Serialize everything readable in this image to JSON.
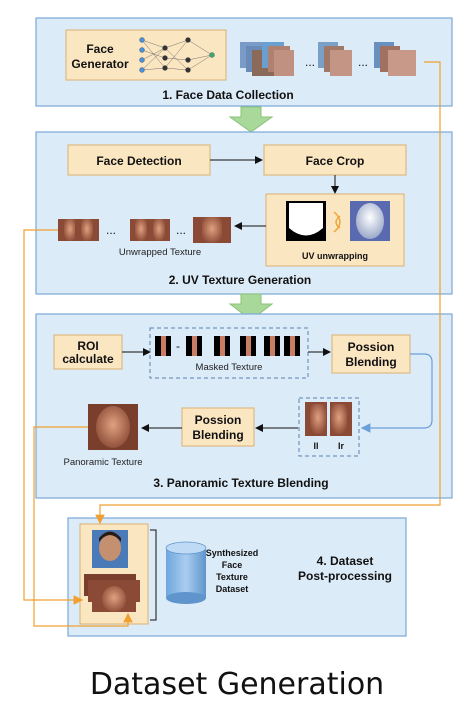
{
  "title": "Dataset Generation",
  "panels": {
    "p1": {
      "label": "1. Face Data Collection"
    },
    "p2": {
      "label": "2. UV Texture Generation"
    },
    "p3": {
      "label": "3. Panoramic Texture Blending"
    },
    "p4": {
      "label_line1": "4. Dataset",
      "label_line2": "Post-processing"
    }
  },
  "nodes": {
    "face_generator": {
      "line1": "Face",
      "line2": "Generator"
    },
    "face_detection": "Face Detection",
    "face_crop": "Face Crop",
    "uv_unwrapping": "UV unwrapping",
    "unwrapped_texture": "Unwrapped Texture",
    "roi": {
      "line1": "ROI",
      "line2": "calculate"
    },
    "masked_texture": "Masked Texture",
    "poisson_right": {
      "line1": "Possion",
      "line2": "Blending"
    },
    "poisson_left": {
      "line1": "Possion",
      "line2": "Blending"
    },
    "panoramic_texture": "Panoramic Texture",
    "il": "Il",
    "ir": "Ir",
    "synthesized": {
      "line1": "Synthesized",
      "line2": "Face",
      "line3": "Texture",
      "line4": "Dataset"
    }
  },
  "ellipsis": "...",
  "dash": "-",
  "colors": {
    "panel_fill": "#dcebf8",
    "panel_stroke": "#7aa8d8",
    "box_fill": "#fbe6c2",
    "box_stroke": "#d8b070",
    "orange_line": "#f0a030",
    "blue_line": "#6aa0d8",
    "green_arrow": "#a8d89a",
    "skin": "#c97e63"
  }
}
